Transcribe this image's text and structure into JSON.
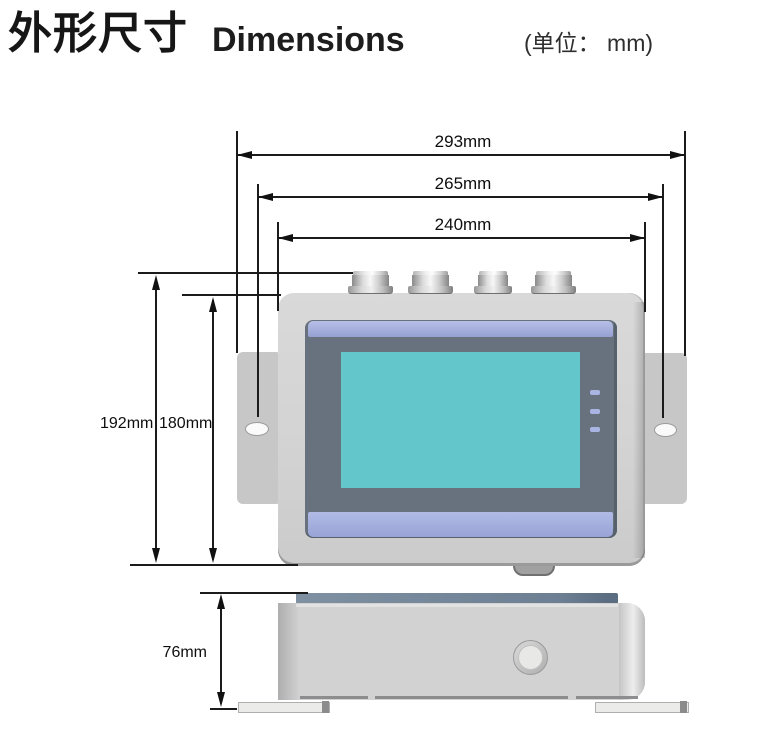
{
  "header": {
    "title_zh": "外形尺寸",
    "title_en": "Dimensions",
    "unit_note": "(单位： mm)"
  },
  "dimensions": {
    "overall_width": "293mm",
    "mount_hole_spacing": "265mm",
    "body_width": "240mm",
    "overall_height": "192mm",
    "body_height": "180mm",
    "depth": "76mm"
  },
  "colors": {
    "screen": "#63c6cb",
    "bezel": "#68727e",
    "trim_accent": "#9fa9d8",
    "body_gray": "#d3d3d3",
    "dimension_lines": "#1b1b1b"
  }
}
